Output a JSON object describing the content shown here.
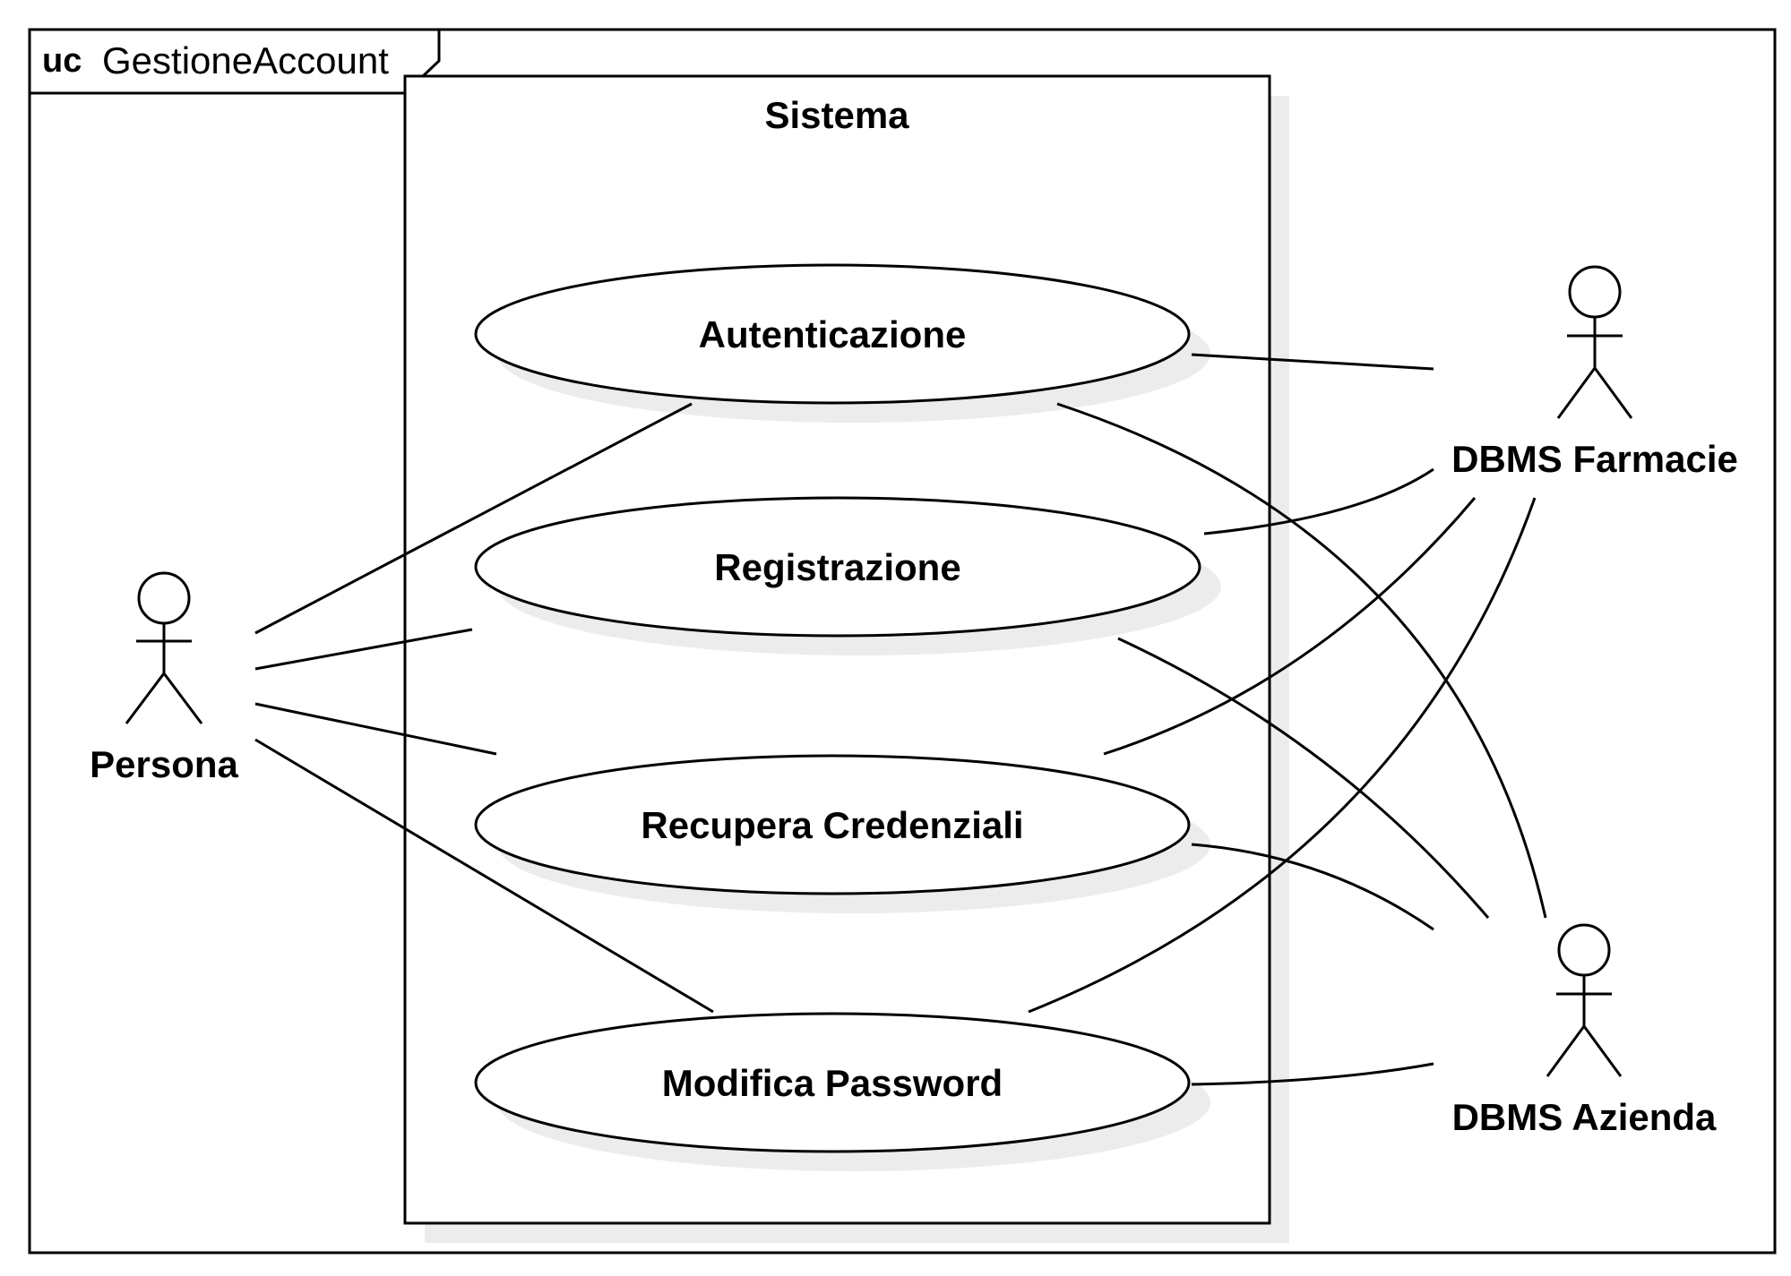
{
  "frame": {
    "keyword": "uc",
    "name": "GestioneAccount"
  },
  "system_boundary": {
    "title": "Sistema"
  },
  "use_cases": {
    "autenticazione": "Autenticazione",
    "registrazione": "Registrazione",
    "recupera_credenziali": "Recupera Credenziali",
    "modifica_password": "Modifica Password"
  },
  "actors": {
    "persona": "Persona",
    "dbms_farmacie": "DBMS Farmacie",
    "dbms_azienda": "DBMS Azienda"
  },
  "associations": [
    [
      "Persona",
      "Autenticazione"
    ],
    [
      "Persona",
      "Registrazione"
    ],
    [
      "Persona",
      "Recupera Credenziali"
    ],
    [
      "Persona",
      "Modifica Password"
    ],
    [
      "DBMS Farmacie",
      "Autenticazione"
    ],
    [
      "DBMS Farmacie",
      "Registrazione"
    ],
    [
      "DBMS Farmacie",
      "Recupera Credenziali"
    ],
    [
      "DBMS Farmacie",
      "Modifica Password"
    ],
    [
      "DBMS Azienda",
      "Autenticazione"
    ],
    [
      "DBMS Azienda",
      "Registrazione"
    ],
    [
      "DBMS Azienda",
      "Recupera Credenziali"
    ],
    [
      "DBMS Azienda",
      "Modifica Password"
    ]
  ]
}
